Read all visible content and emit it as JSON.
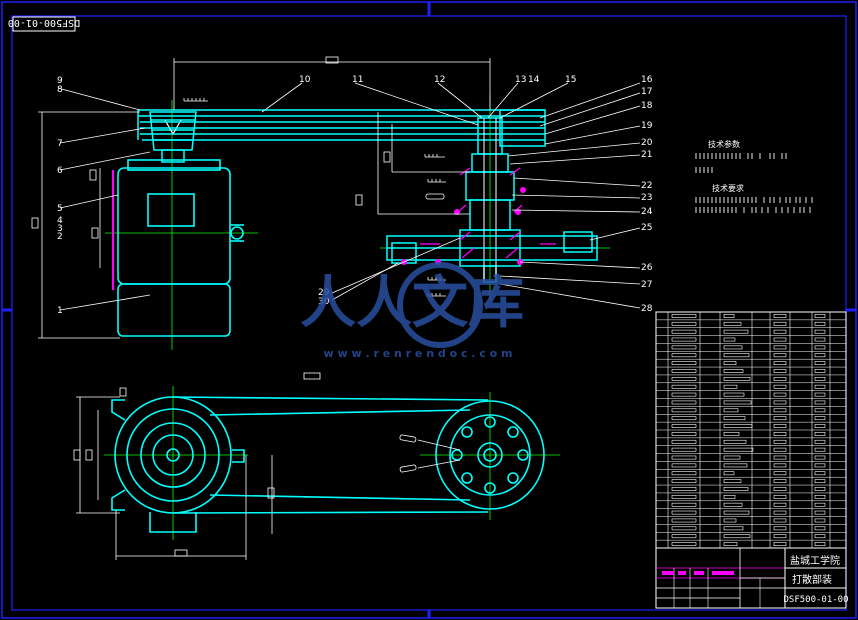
{
  "drawing": {
    "code_top": "DSF500-01-00",
    "code_bottom": "DSF500-01-00",
    "school": "盐城工学院",
    "part_name": "打散部装",
    "watermark_brand": "人人文库",
    "watermark_url": "w w w . r e n r e n d o c . c o m"
  },
  "callouts": [
    "1",
    "2",
    "3",
    "4",
    "5",
    "6",
    "7",
    "8",
    "9",
    "10",
    "11",
    "12",
    "13",
    "14",
    "15",
    "16",
    "17",
    "18",
    "19",
    "20",
    "21",
    "22",
    "23",
    "24",
    "25",
    "26",
    "27",
    "28",
    "29",
    "30"
  ],
  "notes": {
    "tech_params_title": "技术参数",
    "tech_reqs_title": "技术要求"
  },
  "colors": {
    "frame": "#1f1fff",
    "outline": "#00ffff",
    "centerline": "#00ff00",
    "dimension": "#ffffff",
    "hatch": "#ff00ff",
    "watermark": "#2a4fa0"
  }
}
